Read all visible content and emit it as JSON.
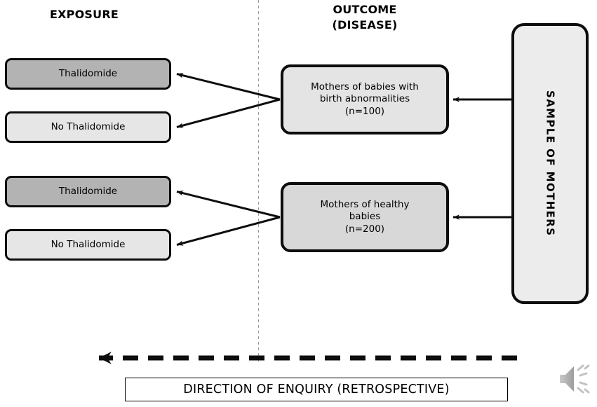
{
  "headings": {
    "exposure": "EXPOSURE",
    "outcome": "OUTCOME\n(DISEASE)"
  },
  "exposure_groups": [
    {
      "group": "birth-abnormalities",
      "boxes": [
        {
          "label": "Thalidomide",
          "fill": "#b3b3b3"
        },
        {
          "label": "No Thalidomide",
          "fill": "#e6e6e6"
        }
      ]
    },
    {
      "group": "healthy-babies",
      "boxes": [
        {
          "label": "Thalidomide",
          "fill": "#b3b3b3"
        },
        {
          "label": "No Thalidomide",
          "fill": "#e6e6e6"
        }
      ]
    }
  ],
  "exposure_box_labels": {
    "case_exposed": "Thalidomide",
    "case_unexposed": "No Thalidomide",
    "control_exposed": "Thalidomide",
    "control_unexposed": "No Thalidomide"
  },
  "outcome_boxes": [
    {
      "name": "cases",
      "label": "Mothers of babies with\nbirth abnormalities\n(n=100)",
      "n": 100,
      "fill": "#e4e4e4"
    },
    {
      "name": "controls",
      "label": "Mothers of healthy\nbabies\n(n=200)",
      "n": 200,
      "fill": "#d8d8d8"
    }
  ],
  "sample": {
    "label": "SAMPLE OF MOTHERS",
    "fill": "#ececec"
  },
  "direction": {
    "label": "DIRECTION OF ENQUIRY (RETROSPECTIVE)",
    "arrow_points_left": true
  },
  "icons": {
    "speaker": "speaker-icon"
  },
  "colors": {
    "stroke": "#0d0d0d",
    "divider": "#9a9a9a",
    "background": "#ffffff",
    "speaker_grey": "#aaaaaa"
  }
}
